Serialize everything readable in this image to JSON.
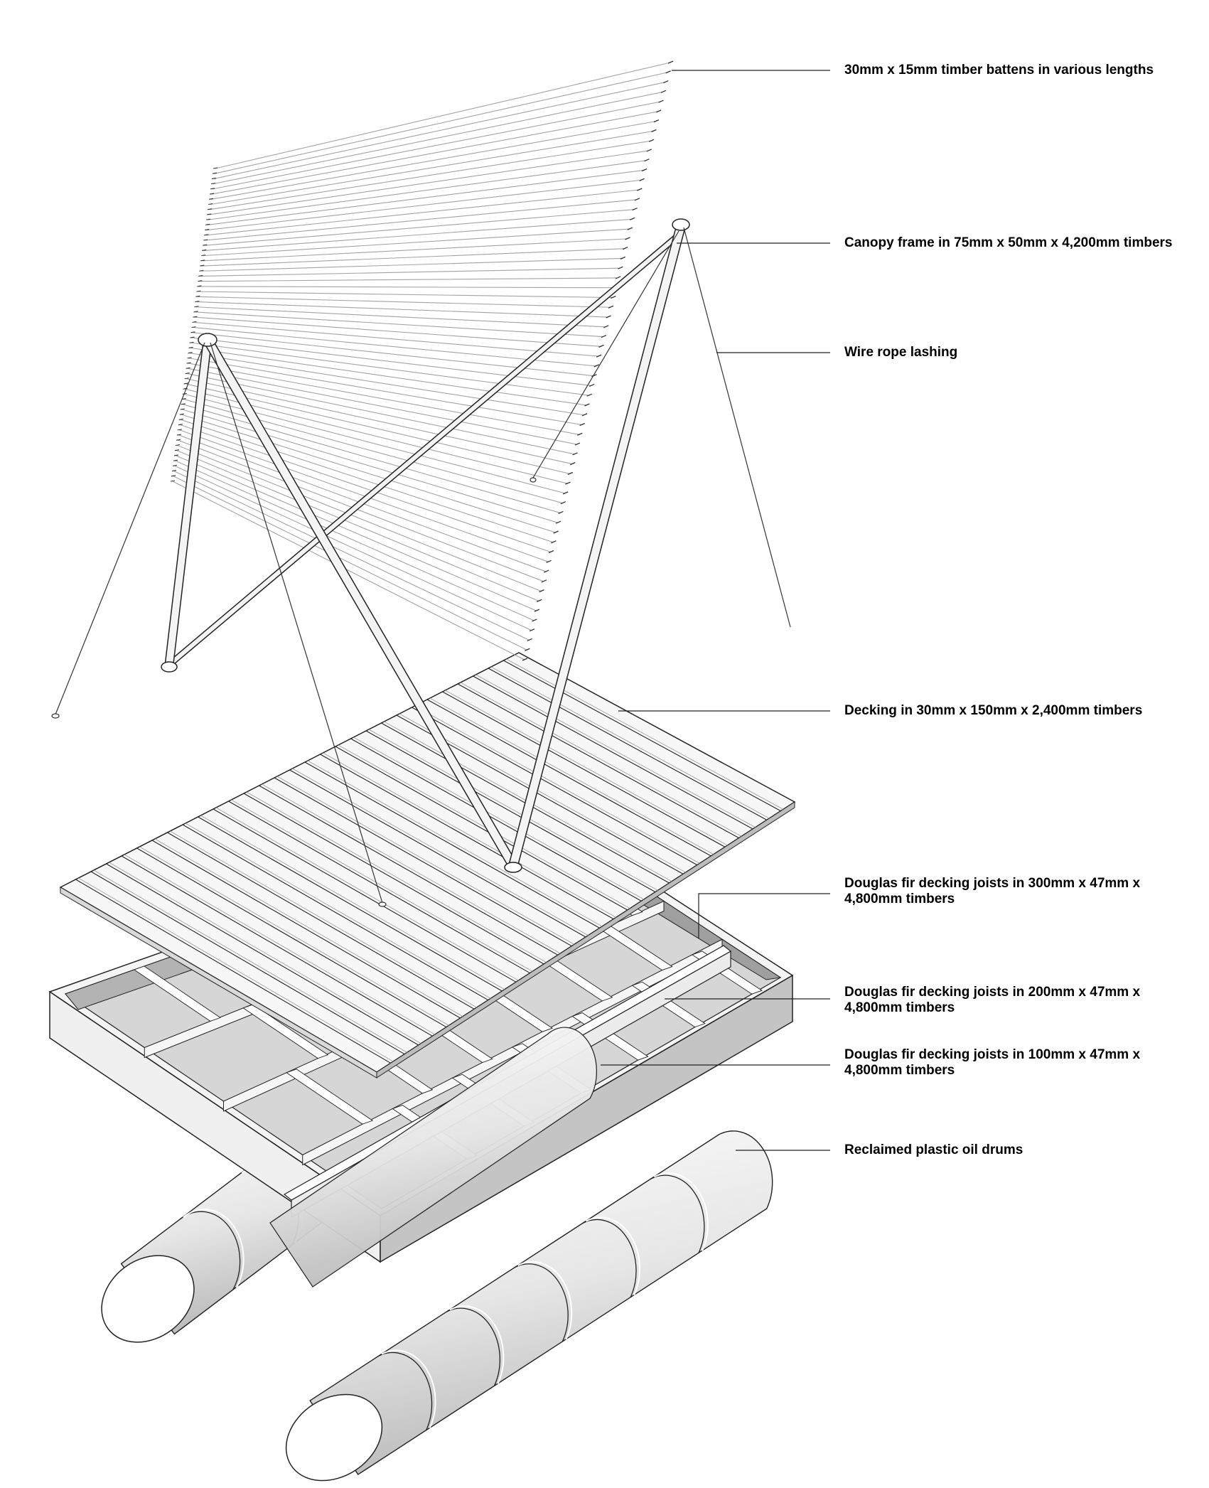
{
  "labels": {
    "battens": "30mm x 15mm timber battens in various lengths",
    "canopy_frame": "Canopy frame in 75mm x 50mm x 4,200mm timbers",
    "wire_rope": "Wire rope lashing",
    "decking": "Decking in 30mm x 150mm x 2,400mm timbers",
    "joists_300": "Douglas fir decking joists in 300mm x 47mm x 4,800mm timbers",
    "joists_200": "Douglas fir decking joists in 200mm x 47mm x 4,800mm timbers",
    "joists_100": "Douglas fir decking joists in 100mm x 47mm x 4,800mm timbers",
    "drums": "Reclaimed plastic oil drums"
  },
  "colors": {
    "line": "#222222",
    "batten": "#9a9a9a",
    "fill_light": "#ffffff",
    "fill_mid": "#e8e8e8",
    "fill_dark": "#bdbdbd"
  }
}
